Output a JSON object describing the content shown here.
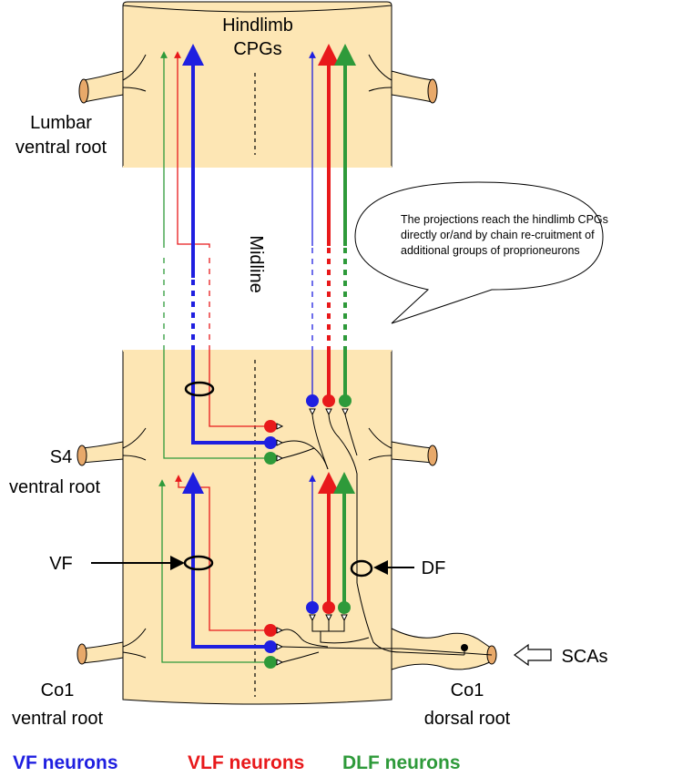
{
  "labels": {
    "hindlimb_cpgs_line1": "Hindlimb",
    "hindlimb_cpgs_line2": "CPGs",
    "lumbar_line1": "Lumbar",
    "lumbar_line2": "ventral root",
    "midline": "Midline",
    "s4_line1": "S4",
    "s4_line2": "ventral root",
    "vf": "VF",
    "df": "DF",
    "scas": "SCAs",
    "co1_ventral_line1": "Co1",
    "co1_ventral_line2": "ventral root",
    "co1_dorsal_line1": "Co1",
    "co1_dorsal_line2": "dorsal root"
  },
  "callout": {
    "text": "The projections reach the hindlimb CPGs directly or/and by chain re-cruitment of additional groups of proprioneurons"
  },
  "legend": [
    {
      "label": "VF neurons",
      "color": "#1f1fe0"
    },
    {
      "label": "VLF neurons",
      "color": "#e8191b"
    },
    {
      "label": "DLF neurons",
      "color": "#2e9a3a"
    }
  ],
  "colors": {
    "cord_fill": "#fde6b4",
    "root_fill": "#e8a96a",
    "vf": "#1f1fe0",
    "vlf": "#e8191b",
    "dlf": "#2e9a3a"
  }
}
